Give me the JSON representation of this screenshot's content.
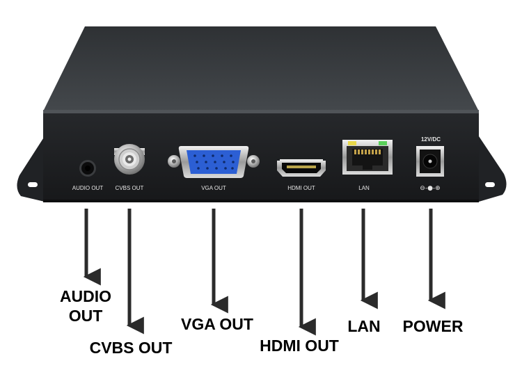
{
  "device": {
    "panel_labels": {
      "audio": "AUDIO OUT",
      "cvbs": "CVBS OUT",
      "vga": "VGA OUT",
      "hdmi": "HDMI OUT",
      "lan": "LAN",
      "power_rating": "12V/DC",
      "polarity": "⊖-●-⊕"
    }
  },
  "callouts": {
    "audio_line1": "AUDIO",
    "audio_line2": "OUT",
    "cvbs": "CVBS OUT",
    "vga": "VGA OUT",
    "hdmi": "HDMI OUT",
    "lan": "LAN",
    "power": "POWER"
  },
  "colors": {
    "chassis_top": "#3a3d41",
    "chassis_face": "#1d1f22",
    "vga_blue": "#2c5fd4",
    "lan_led_left": "#e8d84a",
    "lan_led_right": "#5ad05a",
    "arrow": "#2b2b2b"
  }
}
